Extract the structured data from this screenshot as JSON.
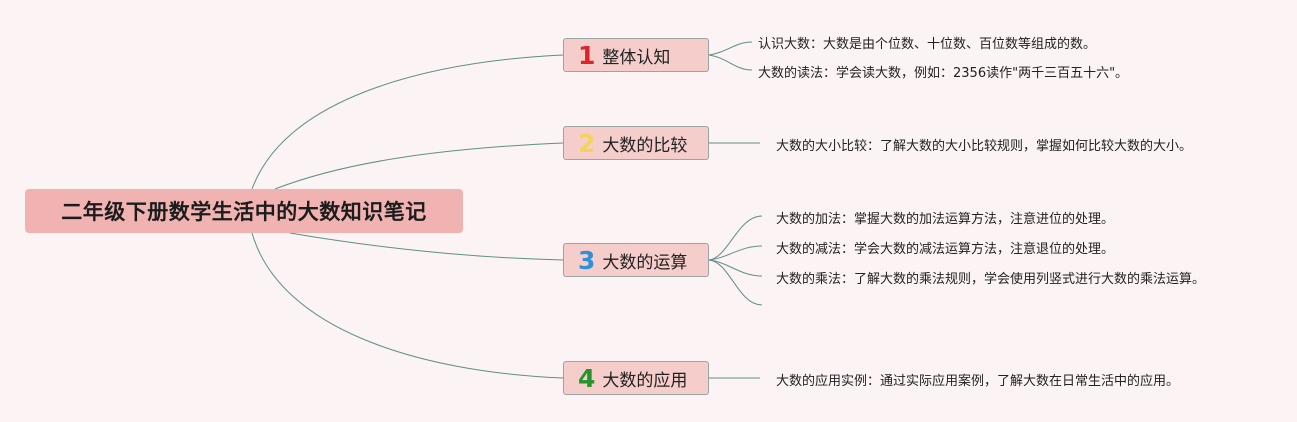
{
  "root": {
    "title": "二年级下册数学生活中的大数知识笔记"
  },
  "branches": [
    {
      "number": "1",
      "number_color": "#e0242c",
      "label": "整体认知",
      "items": [
        "认识大数：大数是由个位数、十位数、百位数等组成的数。",
        "大数的读法：学会读大数，例如：2356读作\"两千三百五十六\"。"
      ]
    },
    {
      "number": "2",
      "number_color": "#f4d35a",
      "label": "大数的比较",
      "items": [
        "大数的大小比较：了解大数的大小比较规则，掌握如何比较大数的大小。"
      ]
    },
    {
      "number": "3",
      "number_color": "#2f8fd8",
      "label": "大数的运算",
      "items": [
        "大数的加法：掌握大数的加法运算方法，注意进位的处理。",
        "大数的减法：学会大数的减法运算方法，注意退位的处理。",
        "大数的乘法：了解大数的乘法规则，学会使用列竖式进行大数的乘法运算。"
      ]
    },
    {
      "number": "4",
      "number_color": "#23952c",
      "label": "大数的应用",
      "items": [
        "大数的应用实例：通过实际应用案例，了解大数在日常生活中的应用。"
      ]
    }
  ],
  "colors": {
    "background": "#fbf3f4",
    "root_fill": "#f0b3b1",
    "branch_fill": "#f5cdca",
    "line": "#5f8f86"
  }
}
